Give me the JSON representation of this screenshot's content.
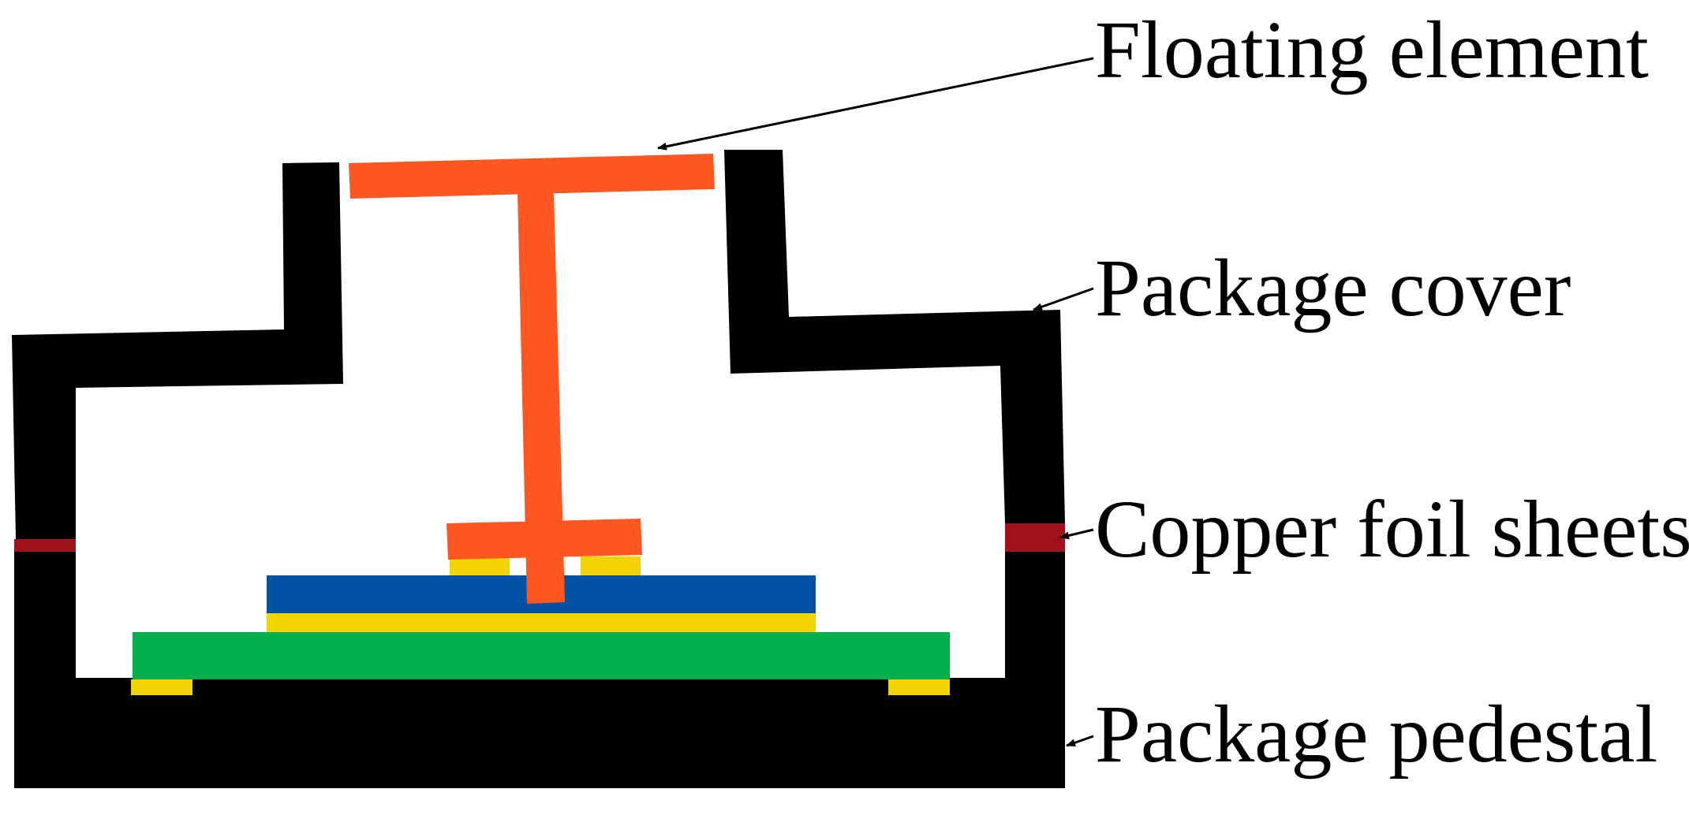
{
  "labels": {
    "floating_element": "Floating element",
    "package_cover": "Package cover",
    "copper_foil_sheets": "Copper foil sheets",
    "package_pedestal": "Package pedestal"
  },
  "colors": {
    "package": "#000000",
    "floating_element": "#ff5722",
    "copper_foil": "#a0121a",
    "gold_pads": "#f2d500",
    "blue_layer": "#0052a5",
    "green_board": "#00b04a",
    "background": "#ffffff"
  }
}
